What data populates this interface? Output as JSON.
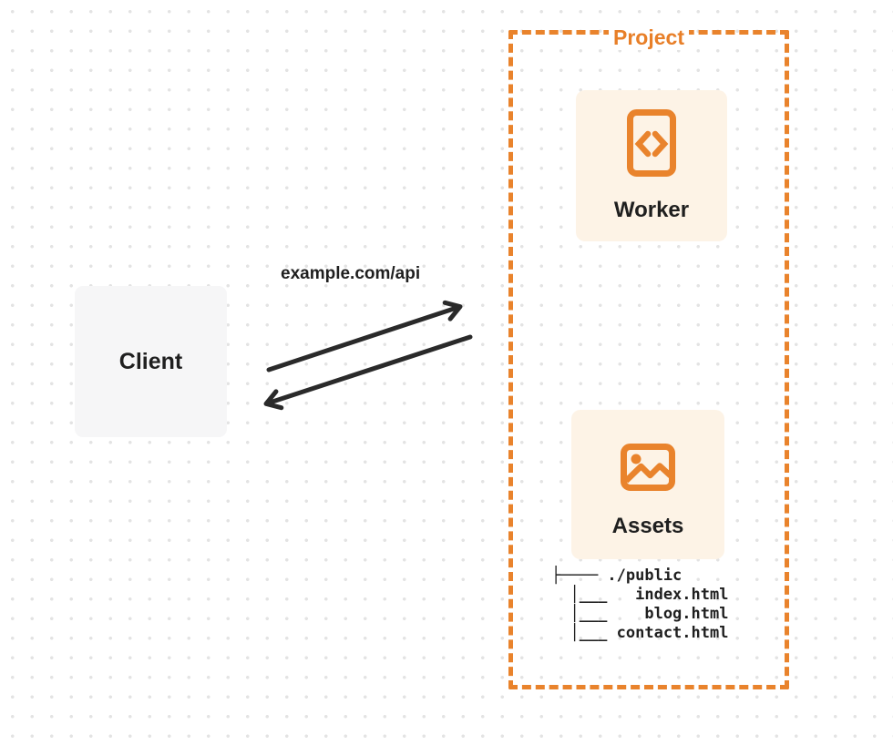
{
  "diagram": {
    "project": {
      "label": "Project"
    },
    "nodes": {
      "client": {
        "label": "Client"
      },
      "worker": {
        "label": "Worker",
        "icon": "code-file-icon"
      },
      "assets": {
        "label": "Assets",
        "icon": "image-icon"
      }
    },
    "request": {
      "url": "example.com/api"
    },
    "file_tree": {
      "root": "./public",
      "files": [
        "index.html",
        "blog.html",
        "contact.html"
      ],
      "lines": [
        "├──── ./public",
        "  │___   index.html",
        "  │___    blog.html",
        "  │___ contact.html"
      ]
    },
    "colors": {
      "accent_orange": "#e9832c",
      "card_cream": "#fdf3e6",
      "client_gray": "#f6f6f7",
      "arrow_dark": "#2a2a2a",
      "text_dark": "#1f1f1f",
      "dot_gray": "#e3e3e3"
    }
  }
}
